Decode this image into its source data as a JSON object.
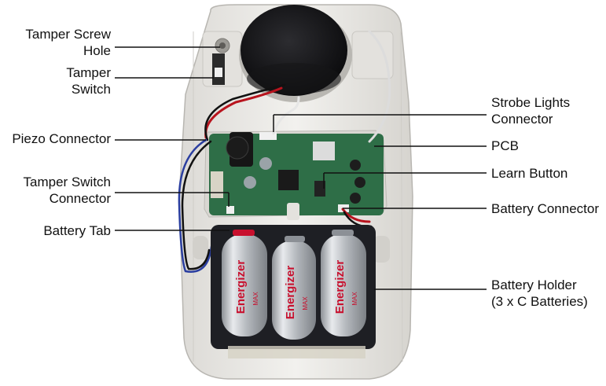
{
  "labels": {
    "tamper_screw_hole": [
      "Tamper Screw",
      "Hole"
    ],
    "tamper_switch": [
      "Tamper",
      "Switch"
    ],
    "piezo_connector": [
      "Piezo Connector"
    ],
    "tamper_switch_connector": [
      "Tamper Switch",
      "Connector"
    ],
    "battery_tab": [
      "Battery Tab"
    ],
    "strobe_lights_connector": [
      "Strobe Lights",
      "Connector"
    ],
    "pcb": [
      "PCB"
    ],
    "learn_button": [
      "Learn Button"
    ],
    "battery_connector": [
      "Battery Connector"
    ],
    "battery_holder": [
      "Battery Holder",
      "(3 x C Batteries)"
    ]
  },
  "battery_brand": "Energizer",
  "battery_model": "MAX",
  "colors": {
    "housing": "#eceae6",
    "speaker": "#1c1c1e",
    "pcb": "#2e6e47",
    "battery_holder": "#1e1f24",
    "battery_body": "#c9ccd0",
    "battery_brand": "#c8102e"
  }
}
